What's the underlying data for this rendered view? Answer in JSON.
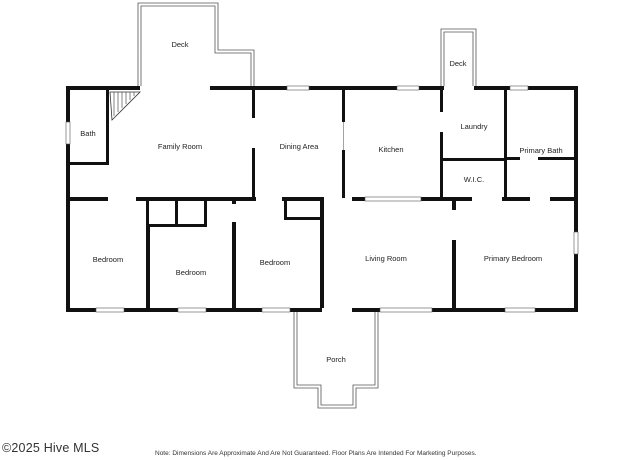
{
  "rooms": {
    "deck_left": "Deck",
    "deck_right": "Deck",
    "bath": "Bath",
    "family_room": "Family Room",
    "dining_area": "Dining Area",
    "kitchen": "Kitchen",
    "laundry": "Laundry",
    "primary_bath": "Primary Bath",
    "wic": "W.I.C.",
    "bedroom_1": "Bedroom",
    "bedroom_2": "Bedroom",
    "bedroom_3": "Bedroom",
    "living_room": "Living Room",
    "primary_bedroom": "Primary Bedroom",
    "porch": "Porch"
  },
  "footer": {
    "copyright": "©2025 Hive MLS",
    "disclaimer": "Note: Dimensions Are Approximate And Are Not Guaranteed. Floor Plans Are Intended For Marketing Purposes."
  }
}
